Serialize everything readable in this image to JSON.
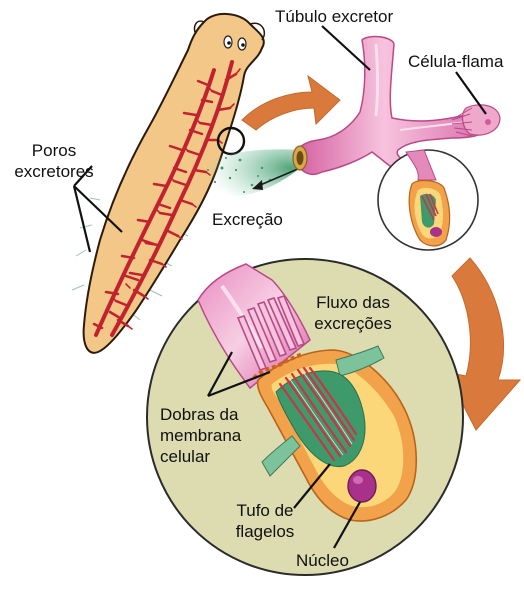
{
  "labels": {
    "tubulo_excretor": "Túbulo excretor",
    "celula_flama": "Célula-flama",
    "poros_line1": "Poros",
    "poros_line2": "excretores",
    "excrecao": "Excreção",
    "fluxo_line1": "Fluxo das",
    "fluxo_line2": "excreções",
    "dobras_line1": "Dobras da",
    "dobras_line2": "membrana",
    "dobras_line3": "celular",
    "tufo_line1": "Tufo de",
    "tufo_line2": "flagelos",
    "nucleo": "Núcleo"
  },
  "colors": {
    "worm_body": "#f3c787",
    "worm_outline": "#2b1a0e",
    "excretory_network": "#c0232f",
    "tubule_pink": "#e07bb3",
    "tubule_light": "#f6c4de",
    "arrow_orange": "#d97a3c",
    "circle_fill": "#dcdcb0",
    "cell_orange": "#f2a24a",
    "cell_yellow": "#fbd77a",
    "flagella_red": "#c9344a",
    "green": "#3e9a6a",
    "nucleus_magenta": "#a8328a",
    "spray_green": "#54b08d"
  }
}
